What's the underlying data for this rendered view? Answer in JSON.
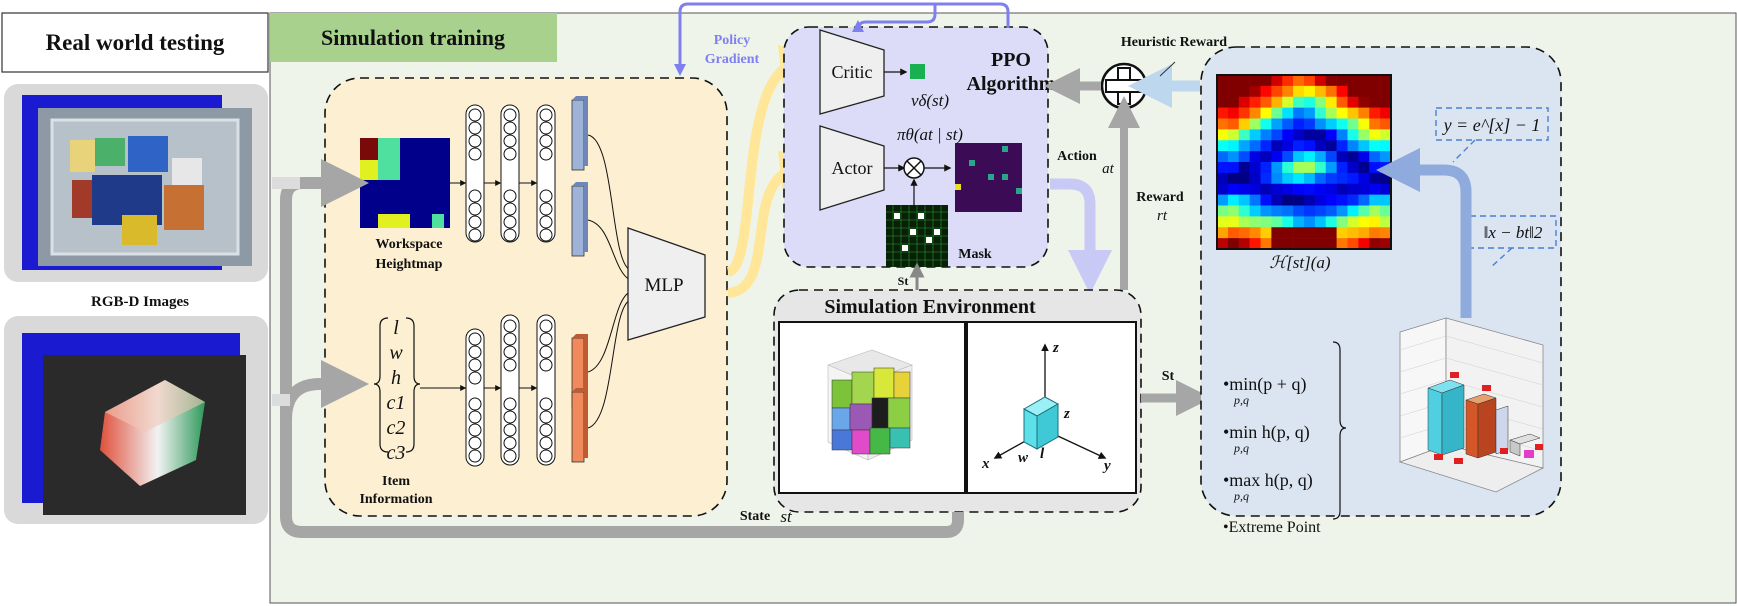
{
  "titles": {
    "real_world": "Real world testing",
    "simulation_training": "Simulation training"
  },
  "labels": {
    "rgbd_images": "RGB-D Images",
    "workspace_heightmap_line1": "Workspace",
    "workspace_heightmap_line2": "Heightmap",
    "item_information_line1": "Item",
    "item_information_line2": "Information",
    "mlp": "MLP",
    "policy_gradient_line1": "Policy",
    "policy_gradient_line2": "Gradient",
    "critic": "Critic",
    "actor": "Actor",
    "value_fn": "vδ(st)",
    "policy_fn": "πθ(at | st)",
    "ppo_line1": "PPO",
    "ppo_line2": "Algorithm",
    "mask": "Mask",
    "st_small": "St",
    "heuristic_reward": "Heuristic Reward",
    "action": "Action",
    "action_sym": "at",
    "reward": "Reward",
    "reward_sym": "rt",
    "simulation_environment": "Simulation Environment",
    "state": "State",
    "state_sym": "st",
    "st_right": "St",
    "heatmap_caption": "ℋ[st](a)",
    "exp_formula": "y = e^[x] − 1",
    "norm_formula": "‖x − bt‖2"
  },
  "item_vector": [
    "l",
    "w",
    "h",
    "c1",
    "c2",
    "c3"
  ],
  "axes_3d": {
    "z": "z",
    "x": "x",
    "y": "y",
    "w": "w",
    "l": "l"
  },
  "heuristics": [
    {
      "main": "•min(p + q)",
      "sub": "p,q"
    },
    {
      "main": "•min h(p, q)",
      "sub": "p,q"
    },
    {
      "main": "•max h(p, q)",
      "sub": "p,q"
    },
    {
      "main": "•Extreme Point",
      "sub": ""
    }
  ],
  "colors": {
    "sim_bg": "#eff4ea",
    "sim_title": "#a9d18e",
    "network_panel": "#fcefd2",
    "ppo_panel": "#dcdcf8",
    "heuristic_panel": "#dbe5f2",
    "gray_arrow": "#a6a6a6",
    "blue_arrow": "#7f7ff0",
    "yellow_arrow": "#ffe699"
  }
}
